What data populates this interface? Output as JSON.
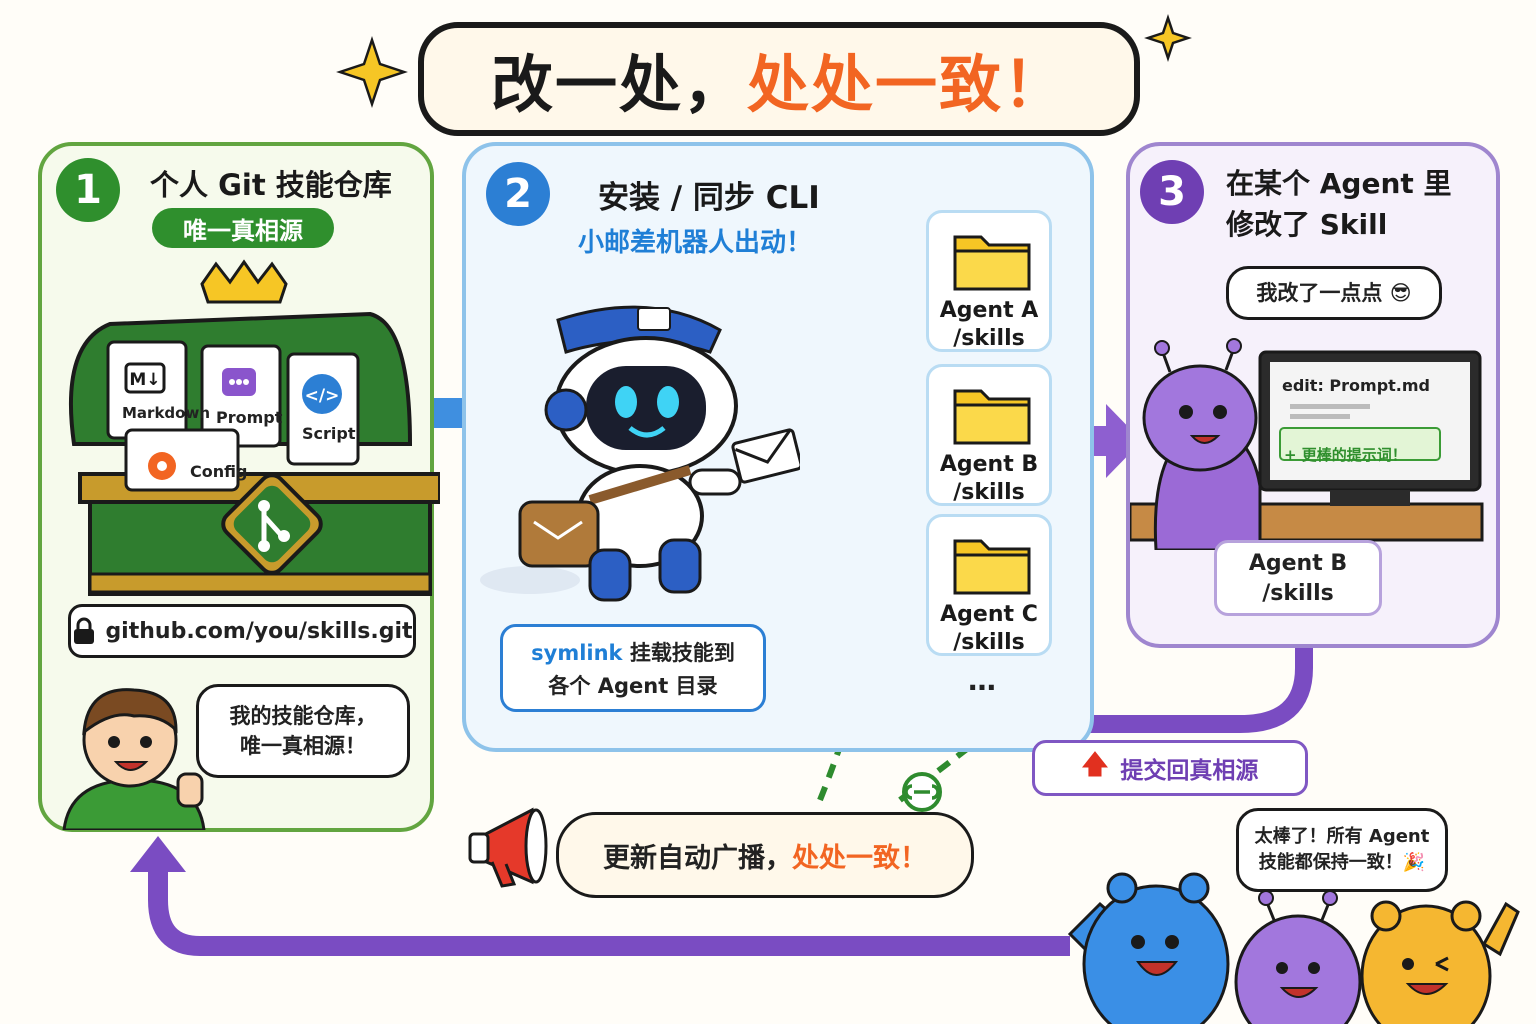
{
  "title": {
    "part1": "改一处，",
    "part2": "处处一致！",
    "accent_color": "#f26522"
  },
  "step1": {
    "number": "1",
    "heading": "个人 Git 技能仓库",
    "badge": "唯一真相源",
    "files": [
      "Markdown",
      "Prompt",
      "Script",
      "Config"
    ],
    "repo_url": "github.com/you/skills.git",
    "speech": {
      "line1": "我的技能仓库，",
      "line2": "唯一真相源！"
    },
    "color": "#2f8f2d"
  },
  "step2": {
    "number": "2",
    "heading": "安装 / 同步 CLI",
    "subtitle": "小邮差机器人出动！",
    "folders": [
      {
        "name": "Agent A",
        "path": "/skills"
      },
      {
        "name": "Agent B",
        "path": "/skills"
      },
      {
        "name": "Agent C",
        "path": "/skills"
      }
    ],
    "more": "…",
    "symlink": {
      "keyword": "symlink",
      "rest": " 挂载技能到",
      "line2": "各个 Agent 目录"
    },
    "color": "#2c7fd4"
  },
  "step3": {
    "number": "3",
    "heading_line1": "在某个 Agent 里",
    "heading_line2": "修改了 Skill",
    "speech": "我改了一点点 😎",
    "editor": {
      "file_label": "edit:  Prompt.md",
      "added_line": "+ 更棒的提示词！"
    },
    "target": {
      "name": "Agent B",
      "path": "/skills"
    },
    "color": "#6f3fb3"
  },
  "commit_back": "提交回真相源",
  "broadcast": {
    "part1": "更新自动广播，",
    "part2": "处处一致！"
  },
  "celebrate": {
    "line1": "太棒了！所有 Agent",
    "line2": "技能都保持一致！🎉"
  },
  "icons": [
    "sparkle-icon",
    "crown-icon",
    "treasure-chest-icon",
    "git-icon",
    "lock-icon",
    "robot-icon",
    "envelope-icon",
    "folder-icon",
    "link-icon",
    "megaphone-icon",
    "monitor-icon",
    "arrow-up-icon"
  ]
}
